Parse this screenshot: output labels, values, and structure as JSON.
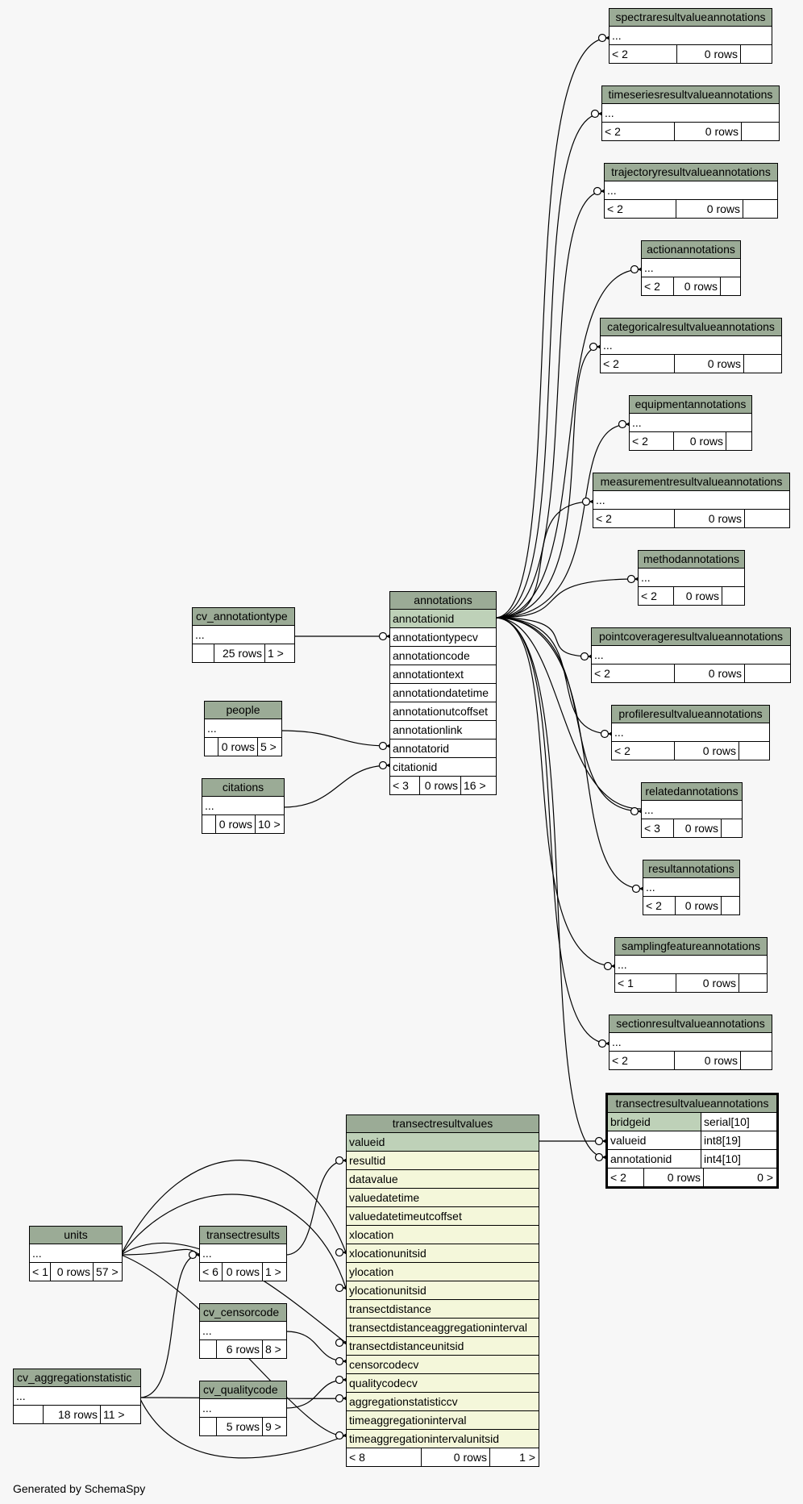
{
  "footer": "Generated by SchemaSpy",
  "tables": {
    "spectra": {
      "name": "spectraresultvalueannotations",
      "rows": [
        "..."
      ],
      "footer": [
        "< 2",
        "0 rows",
        ""
      ]
    },
    "timeseries": {
      "name": "timeseriesresultvalueannotations",
      "rows": [
        "..."
      ],
      "footer": [
        "< 2",
        "0 rows",
        ""
      ]
    },
    "trajectory": {
      "name": "trajectoryresultvalueannotations",
      "rows": [
        "..."
      ],
      "footer": [
        "< 2",
        "0 rows",
        ""
      ]
    },
    "action": {
      "name": "actionannotations",
      "rows": [
        "..."
      ],
      "footer": [
        "< 2",
        "0 rows",
        ""
      ]
    },
    "categorical": {
      "name": "categoricalresultvalueannotations",
      "rows": [
        "..."
      ],
      "footer": [
        "< 2",
        "0 rows",
        ""
      ]
    },
    "equipment": {
      "name": "equipmentannotations",
      "rows": [
        "..."
      ],
      "footer": [
        "< 2",
        "0 rows",
        ""
      ]
    },
    "measurement": {
      "name": "measurementresultvalueannotations",
      "rows": [
        "..."
      ],
      "footer": [
        "< 2",
        "0 rows",
        ""
      ]
    },
    "method": {
      "name": "methodannotations",
      "rows": [
        "..."
      ],
      "footer": [
        "< 2",
        "0 rows",
        ""
      ]
    },
    "pointcoverage": {
      "name": "pointcoverageresultvalueannotations",
      "rows": [
        "..."
      ],
      "footer": [
        "< 2",
        "0 rows",
        ""
      ]
    },
    "profile": {
      "name": "profileresultvalueannotations",
      "rows": [
        "..."
      ],
      "footer": [
        "< 2",
        "0 rows",
        ""
      ]
    },
    "related": {
      "name": "relatedannotations",
      "rows": [
        "..."
      ],
      "footer": [
        "< 3",
        "0 rows",
        ""
      ]
    },
    "result": {
      "name": "resultannotations",
      "rows": [
        "..."
      ],
      "footer": [
        "< 2",
        "0 rows",
        ""
      ]
    },
    "samplingfeature": {
      "name": "samplingfeatureannotations",
      "rows": [
        "..."
      ],
      "footer": [
        "< 1",
        "0 rows",
        ""
      ]
    },
    "section": {
      "name": "sectionresultvalueannotations",
      "rows": [
        "..."
      ],
      "footer": [
        "< 2",
        "0 rows",
        ""
      ]
    },
    "annotations": {
      "name": "annotations",
      "pk": "annotationid",
      "rows": [
        "annotationtypecv",
        "annotationcode",
        "annotationtext",
        "annotationdatetime",
        "annotationutcoffset",
        "annotationlink",
        "annotatorid",
        "citationid"
      ],
      "footer": [
        "< 3",
        "0 rows",
        "16 >"
      ]
    },
    "cv_annotationtype": {
      "name": "cv_annotationtype",
      "rows": [
        "..."
      ],
      "footer": [
        "",
        "25 rows",
        "1 >"
      ]
    },
    "people": {
      "name": "people",
      "rows": [
        "..."
      ],
      "footer": [
        "",
        "0 rows",
        "5 >"
      ]
    },
    "citations": {
      "name": "citations",
      "rows": [
        "..."
      ],
      "footer": [
        "",
        "0 rows",
        "10 >"
      ]
    },
    "tra": {
      "name": "transectresultvalueannotations",
      "pk": [
        "bridgeid",
        "serial[10]"
      ],
      "rows": [
        [
          "valueid",
          "int8[19]"
        ],
        [
          "annotationid",
          "int4[10]"
        ]
      ],
      "footer": [
        "< 2",
        "0 rows",
        "0 >"
      ]
    },
    "trv": {
      "name": "transectresultvalues",
      "pk": "valueid",
      "rows": [
        "resultid",
        "datavalue",
        "valuedatetime",
        "valuedatetimeutcoffset",
        "xlocation",
        "xlocationunitsid",
        "ylocation",
        "ylocationunitsid",
        "transectdistance",
        "transectdistanceaggregationinterval",
        "transectdistanceunitsid",
        "censorcodecv",
        "qualitycodecv",
        "aggregationstatisticcv",
        "timeaggregationinterval",
        "timeaggregationintervalunitsid"
      ],
      "footer": [
        "< 8",
        "0 rows",
        "1 >"
      ]
    },
    "units": {
      "name": "units",
      "rows": [
        "..."
      ],
      "footer": [
        "< 1",
        "0 rows",
        "57 >"
      ]
    },
    "transectresults": {
      "name": "transectresults",
      "rows": [
        "..."
      ],
      "footer": [
        "< 6",
        "0 rows",
        "1 >"
      ]
    },
    "cv_censorcode": {
      "name": "cv_censorcode",
      "rows": [
        "..."
      ],
      "footer": [
        "",
        "6 rows",
        "8 >"
      ]
    },
    "cv_qualitycode": {
      "name": "cv_qualitycode",
      "rows": [
        "..."
      ],
      "footer": [
        "",
        "5 rows",
        "9 >"
      ]
    },
    "cv_aggregationstatistic": {
      "name": "cv_aggregationstatistic",
      "rows": [
        "..."
      ],
      "footer": [
        "",
        "18 rows",
        "11 >"
      ]
    }
  }
}
